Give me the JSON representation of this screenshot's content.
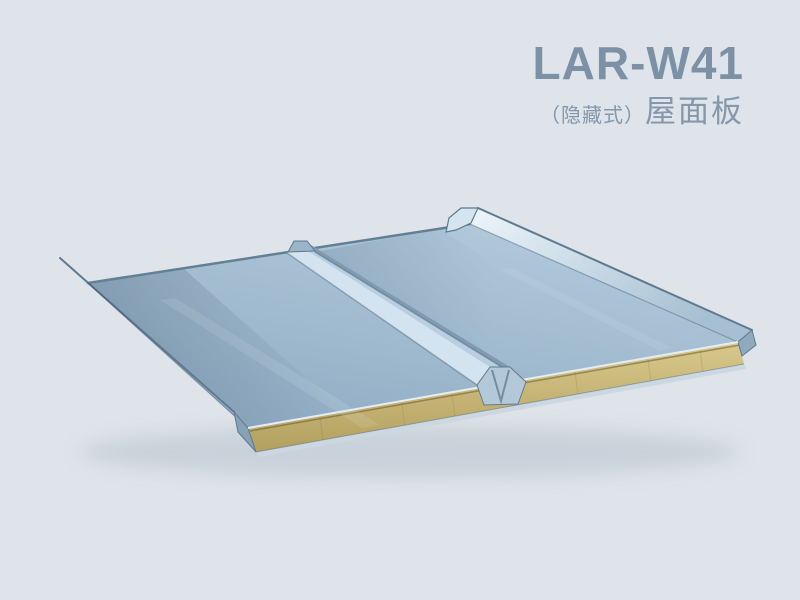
{
  "header": {
    "model": "LAR-W41",
    "subtitle_prefix": "（隐藏式）",
    "subtitle_main": "屋面板"
  },
  "colors": {
    "background": "#dee4e9",
    "title_text": "#7d91a6",
    "subtitle_text": "#8497ab",
    "metal_light": "#b3cadc",
    "metal_mid": "#8fabc2",
    "flange_highlight": "#edf5fa",
    "flange_shade": "#a6bfd2",
    "rib_light": "#d3e3ef",
    "rib_top": "#b8cfe0",
    "rib_shadow": "#7f9bb2",
    "edge_line": "#5f7a8f",
    "foam_top": "#d8c88b",
    "foam_bottom": "#b2a05f",
    "bottom_sheet": "#ccd8e1",
    "seam_cap": "#d5e5f0"
  }
}
